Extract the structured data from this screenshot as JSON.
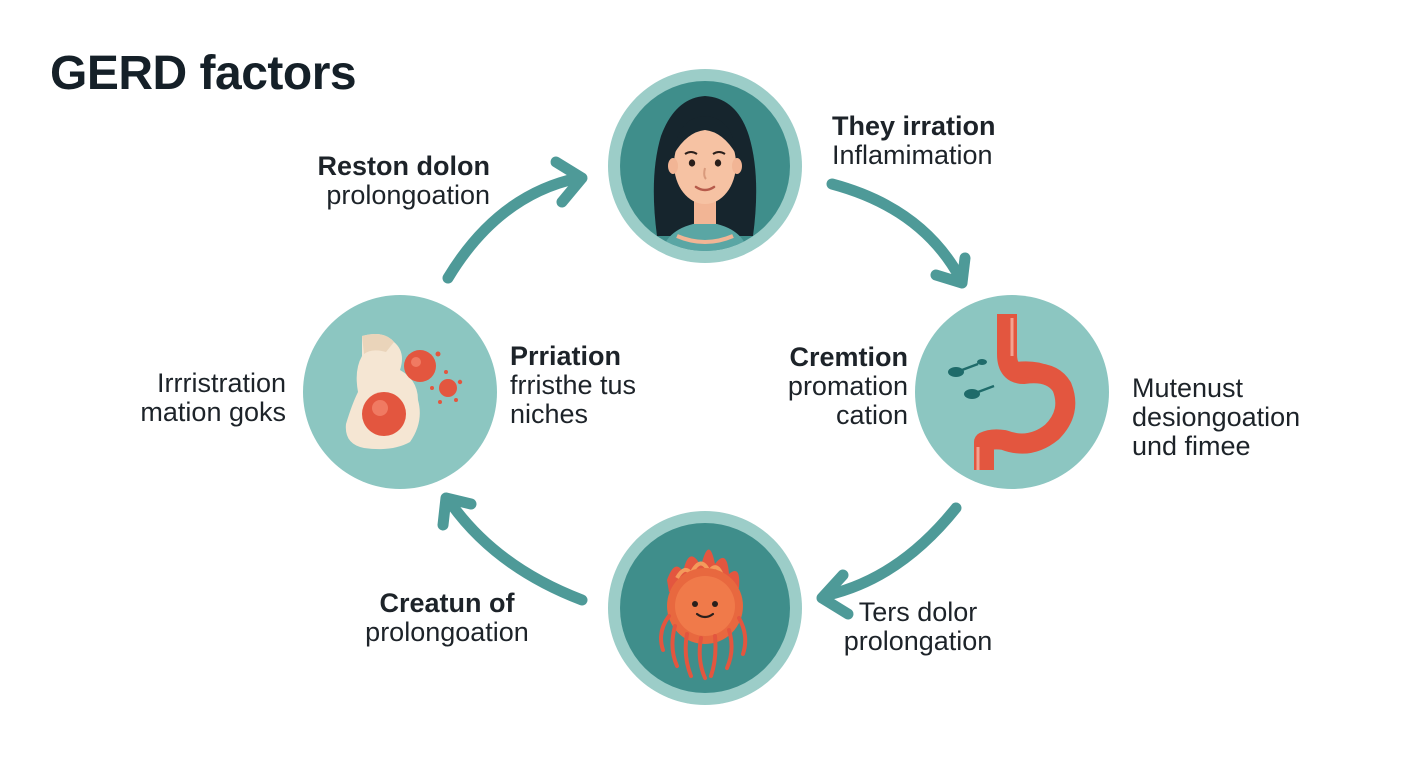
{
  "title": "GERD factors",
  "colors": {
    "arrow": "#4e9a98",
    "circle_outer": "#9ccdc8",
    "circle_inner": "#3f8e8b",
    "circle_light": "#8cc6c1",
    "accent_red": "#e3563f",
    "text": "#1d2329"
  },
  "nodes": {
    "top": {
      "icon": "woman-portrait-icon"
    },
    "right": {
      "icon": "stomach-esophagus-icon"
    },
    "bottom": {
      "icon": "fire-character-icon"
    },
    "left": {
      "icon": "tissue-cells-icon"
    }
  },
  "labels": {
    "top_left": {
      "bold": "Reston dolon",
      "normal": "prolongoation"
    },
    "top_right": {
      "bold": "They irration",
      "normal": "Inflamimation"
    },
    "right_inner": {
      "bold": "Cremtion",
      "line2": "promation",
      "line3": "cation"
    },
    "right_outer": {
      "line1": "Mutenust",
      "line2": "desiongoation",
      "line3": "und fimee"
    },
    "bottom_right": {
      "line1": "Ters dolor",
      "line2": "prolongation"
    },
    "bottom_left": {
      "bold": "Creatun of",
      "normal": "prolongoation"
    },
    "left_outer": {
      "line1": "Irrristration",
      "line2": "mation goks"
    },
    "left_inner": {
      "bold": "Prriation",
      "line2": "frristhe tus",
      "line3": "niches"
    }
  }
}
